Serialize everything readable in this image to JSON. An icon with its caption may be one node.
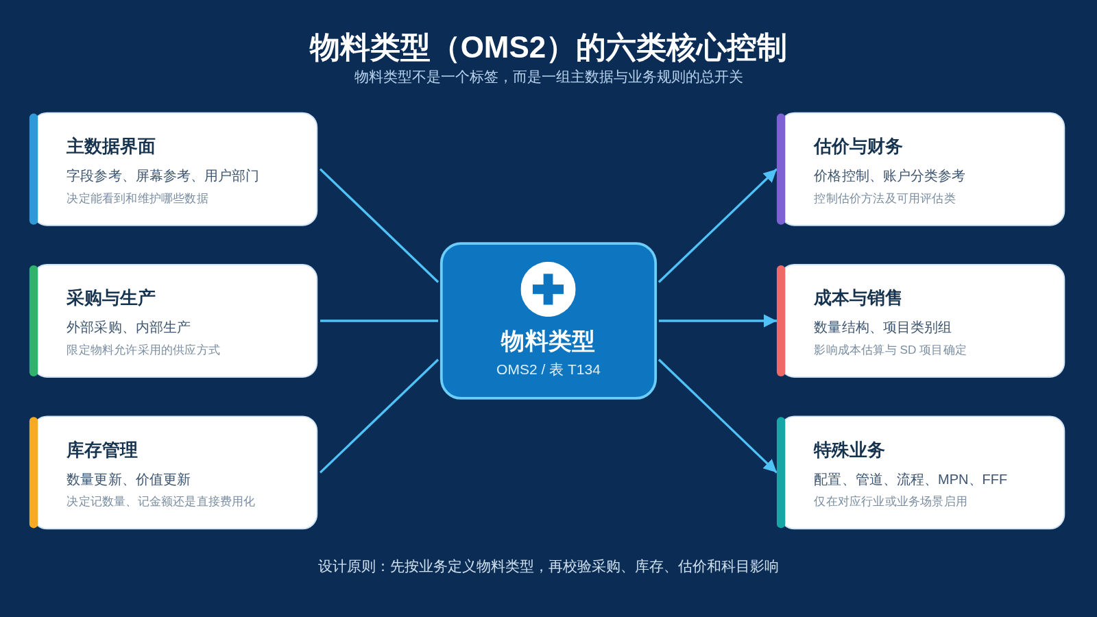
{
  "diagram": {
    "title": "物料类型（OMS2）的六类核心控制",
    "caption": "设计原则：先按业务定义物料类型，再校验采购、库存、估价和科目影响",
    "labels": [
      "物料类型不是一个标签，而是一组主数据与业务规则的总开关"
    ],
    "nodes": [
      {
        "text": [
          "主数据界面",
          "字段参考、屏幕参考、用户部门",
          "决定能看到和维护哪些数据"
        ]
      },
      {
        "text": [
          "采购与生产",
          "外部采购、内部生产",
          "限定物料允许采用的供应方式"
        ]
      },
      {
        "text": [
          "库存管理",
          "数量更新、价值更新",
          "决定记数量、记金额还是直接费用化"
        ]
      },
      {
        "text": [
          "物料类型",
          "OMS2 / 表 T134"
        ]
      },
      {
        "text": [
          "估价与财务",
          "价格控制、账户分类参考",
          "控制估价方法及可用评估类"
        ]
      },
      {
        "text": [
          "成本与销售",
          "数量结构、项目类别组",
          "影响成本估算与 SD 项目确定"
        ]
      },
      {
        "text": [
          "特殊业务",
          "配置、管道、流程、MPN、FFF",
          "仅在对应行业或业务场景启用"
        ]
      }
    ],
    "edges": [
      {
        "from": 0,
        "to": 3,
        "arrow": "none"
      },
      {
        "from": 1,
        "to": 3,
        "arrow": "none"
      },
      {
        "from": 2,
        "to": 3,
        "arrow": "none"
      },
      {
        "from": 3,
        "to": 4,
        "arrow": "to"
      },
      {
        "from": 3,
        "to": 5,
        "arrow": "to"
      },
      {
        "from": 3,
        "to": 6,
        "arrow": "to"
      }
    ]
  }
}
